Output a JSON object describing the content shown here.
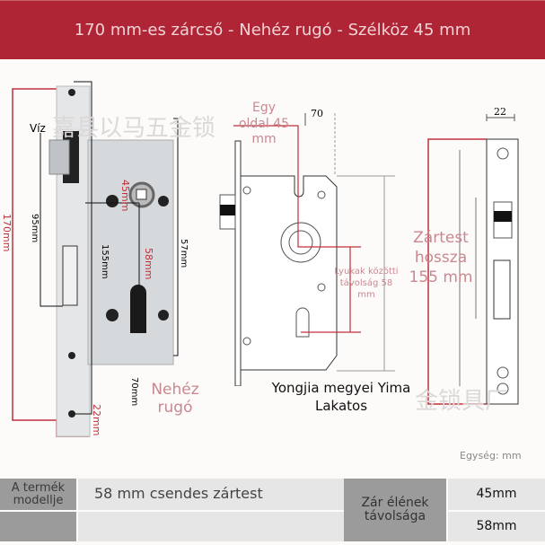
{
  "header": {
    "title": "170 mm-es zárcső - Nehéz rugó - Szélköz 45 mm",
    "color": "#b02535"
  },
  "photo_labels": {
    "water": "Víz",
    "total": "170mm",
    "backset95": "95mm",
    "backset45": "45mm",
    "body155": "155mm",
    "hole58": "58mm",
    "body57": "57mm",
    "depth70": "70mm",
    "plate22": "22mm",
    "heavy_spring": "Nehéz rugó"
  },
  "drawing_labels": {
    "one_side": "Egy oldal 45 mm",
    "width70": "70",
    "hole_distance": "Lyukak közötti távolság 58 mm",
    "maker": "Yongjia megyei Yima Lakatos",
    "body_length": "Zártest hossza 155 mm",
    "plate22": "22"
  },
  "watermarks": {
    "top": "嘉县以马五金锁",
    "bottom": "金锁具厂"
  },
  "unit": "Egység: mm",
  "table": {
    "model_label": "A termék modellje",
    "model_value": "58 mm csendes zártest",
    "edge_label": "Zár élének távolsága",
    "values": [
      "45mm",
      "58mm"
    ]
  },
  "colors": {
    "annotation_pink": "#c98890",
    "dimension_red": "#c0303a"
  }
}
